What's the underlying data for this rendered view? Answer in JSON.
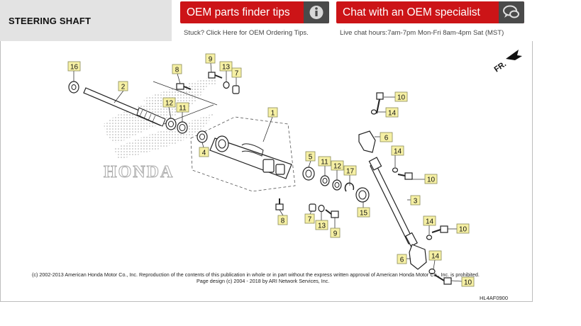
{
  "header": {
    "title": "STEERING SHAFT"
  },
  "buttons": {
    "parts_finder": {
      "label": "OEM parts finder tips",
      "icon": "info-icon"
    },
    "chat": {
      "label": "Chat with an OEM specialist",
      "icon": "chat-bubbles-icon"
    }
  },
  "subtexts": {
    "parts_finder": "Stuck? Click Here for OEM Ordering Tips.",
    "chat": "Live chat hours:7am-7pm Mon-Fri 8am-4pm Sat (MST)"
  },
  "diagram": {
    "direction_label": "FR.",
    "brand_watermark": "HONDA",
    "callouts": [
      "16",
      "2",
      "8",
      "9",
      "13",
      "7",
      "12",
      "11",
      "4",
      "1",
      "10",
      "14",
      "6",
      "5",
      "11",
      "12",
      "17",
      "15",
      "14",
      "10",
      "3",
      "8",
      "7",
      "13",
      "9",
      "14",
      "10",
      "6",
      "14",
      "10"
    ],
    "copyright": "(c) 2002-2013 American Honda Motor Co., Inc. Reproduction of the contents of this publication in whole or in part without the express written approval of American Honda Motor Co., Inc. is prohibited.",
    "page_design": "Page design (c) 2004 - 2018 by ARI Network Services, Inc.",
    "code": "HL4AF0900"
  },
  "colors": {
    "button_red": "#cc1417",
    "icon_bg": "#4a4a4a",
    "title_bg": "#e3e3e3",
    "callout_bg": "#f6f0a4"
  }
}
